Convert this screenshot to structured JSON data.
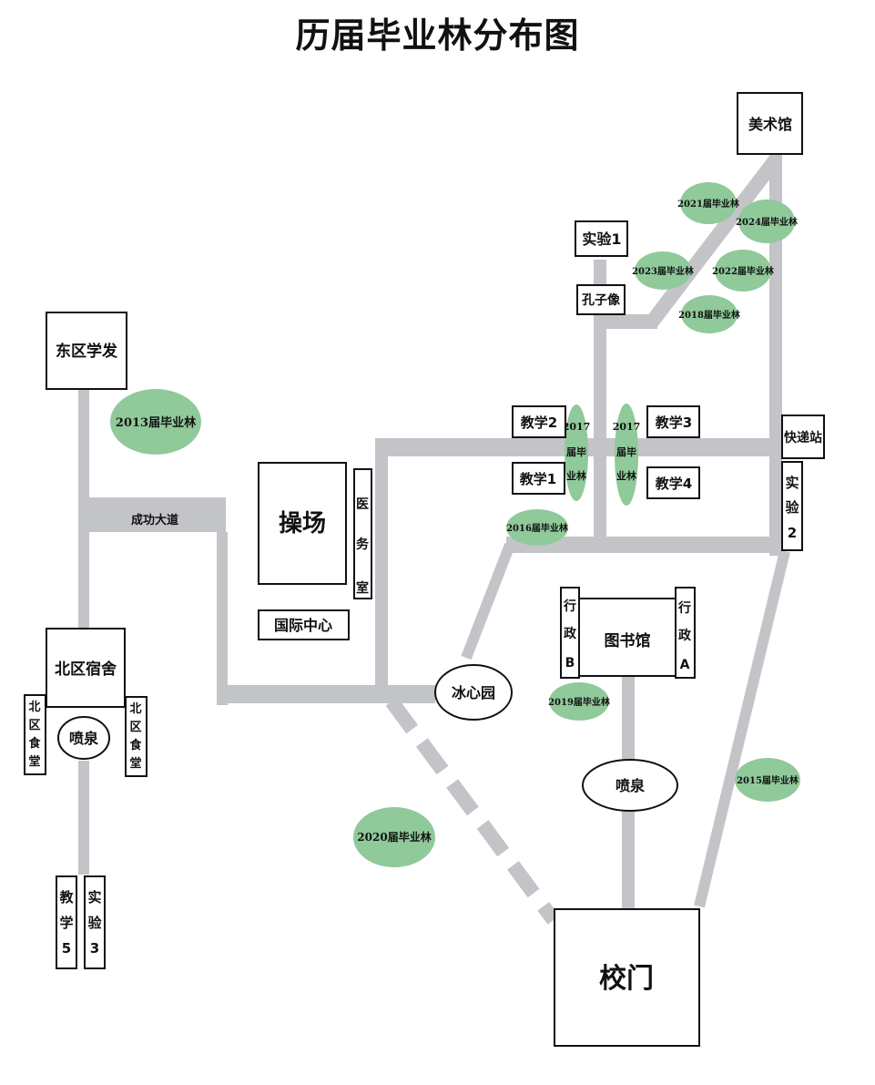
{
  "title": "历届毕业林分布图",
  "road_names": {
    "chenggong": "成功大道"
  },
  "buildings": {
    "meishuguan": "美术馆",
    "shiyan1": "实验1",
    "kongzixiang": "孔子像",
    "dongqu_xuefa": "东区学发",
    "jiaoxue2": "教学2",
    "jiaoxue1": "教学1",
    "jiaoxue3": "教学3",
    "jiaoxue4": "教学4",
    "kuaidizhan": "快递站",
    "shiyan2": [
      "实",
      "验",
      "2"
    ],
    "caochang": "操场",
    "yiwushi": [
      "医",
      "务",
      "室"
    ],
    "guoji_zhongxin": "国际中心",
    "beiqu_sushe": "北区宿舍",
    "beiqu_shitang_left": [
      "北",
      "区",
      "食",
      "堂"
    ],
    "beiqu_shitang_right": [
      "北",
      "区",
      "食",
      "堂"
    ],
    "penquan_north": "喷泉",
    "jiaoxue5": [
      "教",
      "学",
      "5"
    ],
    "shiyan3": [
      "实",
      "验",
      "3"
    ],
    "bingxinyuan": "冰心园",
    "tushuguan": "图书馆",
    "xingzheng_b": [
      "行",
      "政",
      "B"
    ],
    "xingzheng_a": [
      "行",
      "政",
      "A"
    ],
    "penquan_south": "喷泉",
    "xiaomen": "校门"
  },
  "forests": {
    "f2013": "2013届毕业林",
    "f2021": "2021届毕业林",
    "f2024": "2024届毕业林",
    "f2023": "2023届毕业林",
    "f2022": "2022届毕业林",
    "f2018": "2018届毕业林",
    "f2017_left": [
      "2017",
      "届毕",
      "业林"
    ],
    "f2017_right": [
      "2017",
      "届毕",
      "业林"
    ],
    "f2016": "2016届毕业林",
    "f2019": "2019届毕业林",
    "f2015": "2015届毕业林",
    "f2020": "2020届毕业林"
  },
  "colors": {
    "road": "#c3c4c8",
    "forest": "#90c99a",
    "outline": "#111111"
  }
}
